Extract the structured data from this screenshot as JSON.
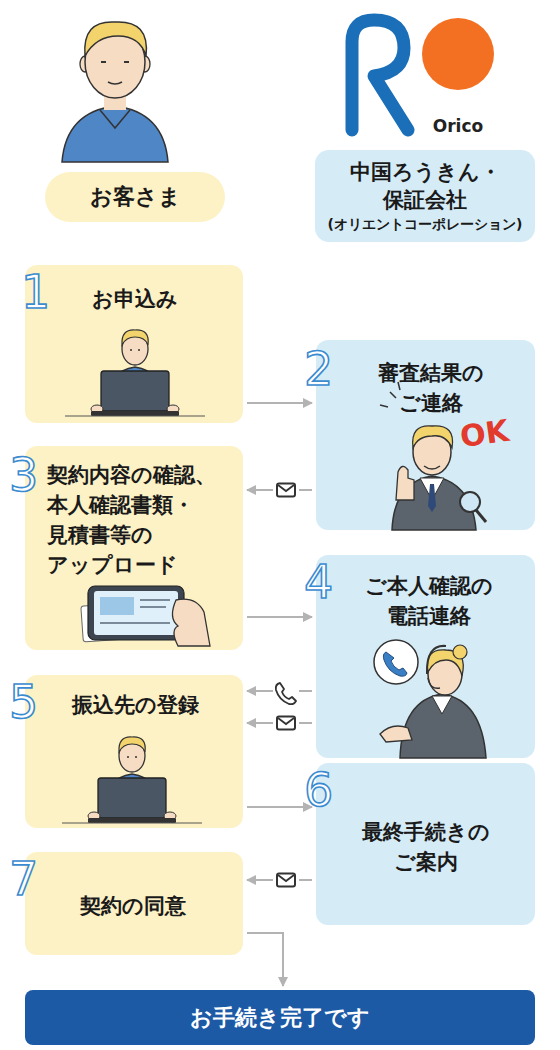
{
  "diagram": {
    "nodes": [
      {
        "text": [
          "お客さま"
        ]
      },
      {
        "text": [
          "中国ろうきん・ 保証会社",
          "(オリエントコーポレーション)"
        ]
      },
      {
        "text": [
          "1",
          "お申込み"
        ]
      },
      {
        "text": [
          "2",
          "審査結果の ご連絡"
        ]
      },
      {
        "text": [
          "3",
          "契約内容の確認、 本人確認書類・ 見積書等の アップロード"
        ]
      },
      {
        "text": [
          "4",
          "ご本人確認の 電話連絡"
        ]
      },
      {
        "text": [
          "5",
          "振込先の登録"
        ]
      },
      {
        "text": [
          "6",
          "最終手続きの ご案内"
        ]
      },
      {
        "text": [
          "7",
          "契約の同意"
        ]
      },
      {
        "text": [
          "お手続き完了です"
        ]
      }
    ],
    "edges": [
      {
        "from": 2,
        "to": 3,
        "arrow": "to"
      },
      {
        "from": 3,
        "to": 4,
        "arrow": "to"
      },
      {
        "from": 4,
        "to": 5,
        "arrow": "to"
      },
      {
        "from": 5,
        "to": 6,
        "arrow": "to"
      },
      {
        "from": 5,
        "to": 6,
        "arrow": "to"
      },
      {
        "from": 6,
        "to": 7,
        "arrow": "to"
      },
      {
        "from": 7,
        "to": 8,
        "arrow": "to"
      },
      {
        "from": 8,
        "to": 9,
        "arrow": "to"
      }
    ],
    "labels": [
      "Orico",
      "OK"
    ]
  }
}
